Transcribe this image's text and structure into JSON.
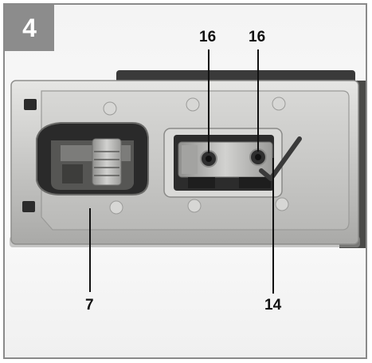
{
  "figure": {
    "number": "4",
    "callouts": [
      "16",
      "16",
      "7",
      "14"
    ],
    "colors": {
      "badge": "#8c8c8c",
      "frame": "#8a8a8a",
      "plate": "#c9c9c7",
      "shadow": "#2a2a2a"
    }
  }
}
